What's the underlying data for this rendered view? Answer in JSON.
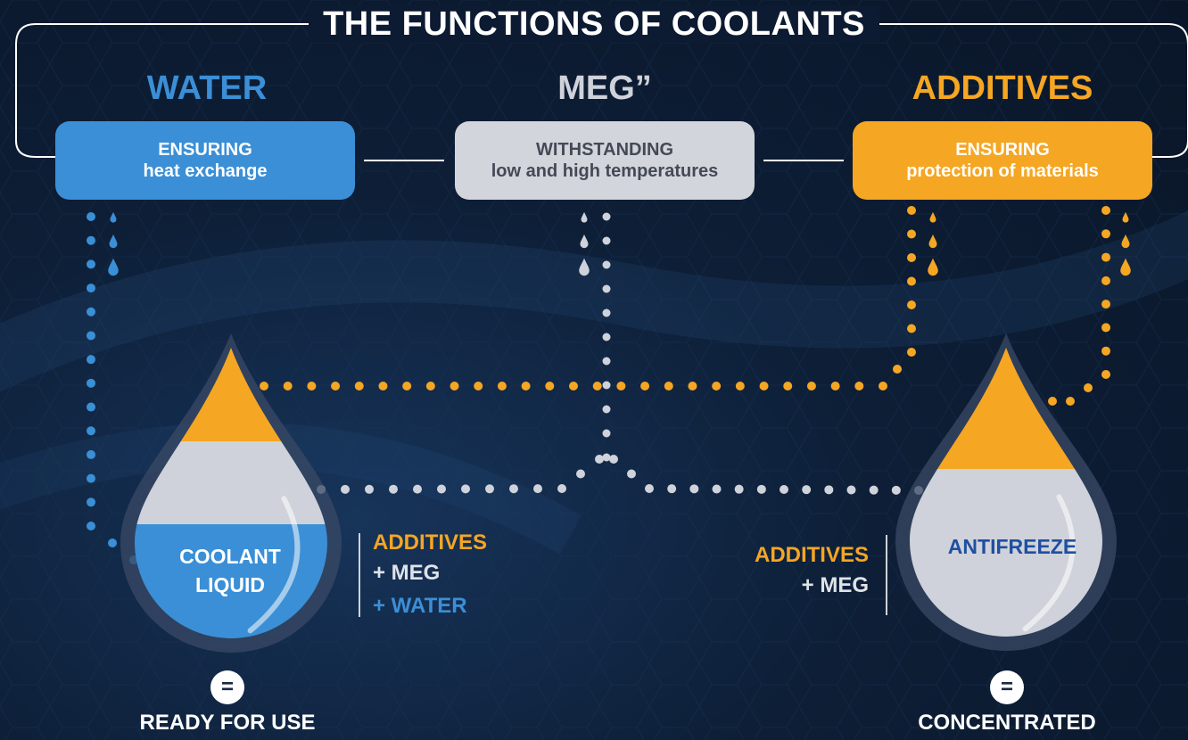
{
  "title": "THE FUNCTIONS OF COOLANTS",
  "columns": [
    {
      "heading": "WATER",
      "box_line1": "ENSURING",
      "box_line2": "heat exchange"
    },
    {
      "heading": "MEG”",
      "box_line1": "WITHSTANDING",
      "box_line2": "low and high temperatures"
    },
    {
      "heading": "ADDITIVES",
      "box_line1": "ENSURING",
      "box_line2": "protection of materials"
    }
  ],
  "left_drop": {
    "label_line1": "COOLANT",
    "label_line2": "LIQUID",
    "formula": [
      "ADDITIVES",
      "+ MEG",
      "+ WATER"
    ],
    "equals": "=",
    "result": "READY FOR USE"
  },
  "right_drop": {
    "label": "ANTIFREEZE",
    "formula": [
      "ADDITIVES",
      "+ MEG"
    ],
    "equals": "=",
    "result": "CONCENTRATED"
  },
  "colors": {
    "water": "#3b8fd6",
    "meg": "#cfd2da",
    "additives": "#f5a623",
    "antifreeze_text": "#1f4fa0",
    "background": "#0c1b31"
  }
}
